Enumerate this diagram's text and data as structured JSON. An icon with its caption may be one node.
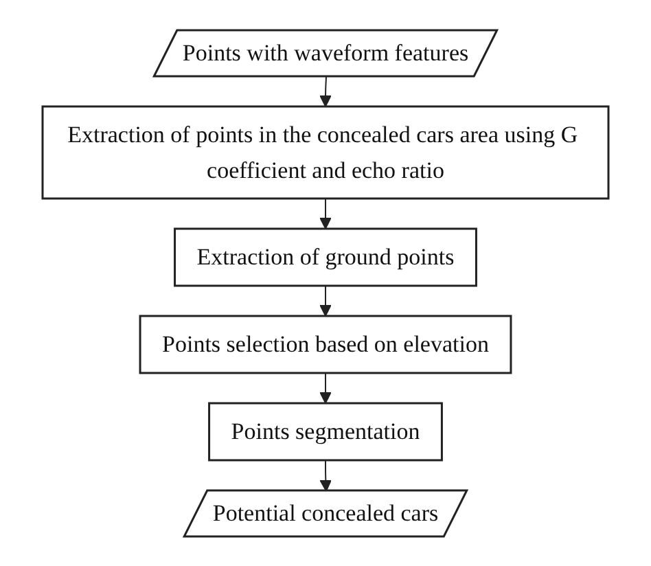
{
  "diagram": {
    "nodes": [
      {
        "text": [
          "Points with waveform features"
        ]
      },
      {
        "text": [
          "Extraction of points in the concealed cars area using G coefficient and echo ratio"
        ]
      },
      {
        "text": [
          "Extraction of ground points"
        ]
      },
      {
        "text": [
          "Points selection based on elevation"
        ]
      },
      {
        "text": [
          "Points segmentation"
        ]
      },
      {
        "text": [
          "Potential concealed cars"
        ]
      }
    ],
    "edges": [
      {
        "from": 0,
        "to": 1,
        "arrow": "to"
      },
      {
        "from": 1,
        "to": 2,
        "arrow": "to"
      },
      {
        "from": 2,
        "to": 3,
        "arrow": "to"
      },
      {
        "from": 3,
        "to": 4,
        "arrow": "to"
      },
      {
        "from": 4,
        "to": 5,
        "arrow": "to"
      }
    ]
  }
}
